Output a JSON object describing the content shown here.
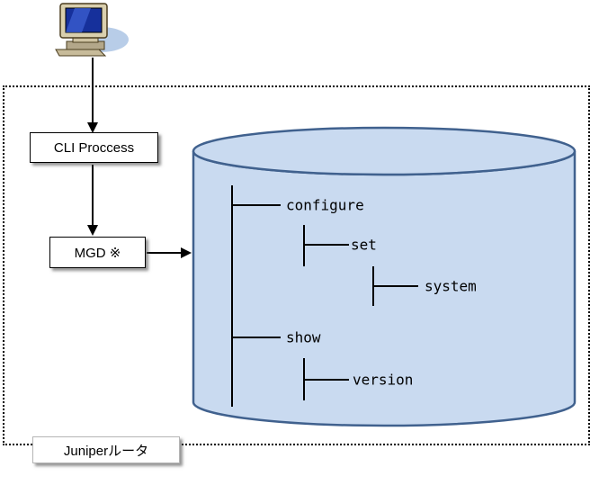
{
  "labels": {
    "cli_process": "CLI Proccess",
    "mgd": "MGD ※",
    "router": "Juniperルータ"
  },
  "tree": {
    "nodes": [
      {
        "label": "configure",
        "level": 1
      },
      {
        "label": "set",
        "level": 2
      },
      {
        "label": "system",
        "level": 3
      },
      {
        "label": "show",
        "level": 1
      },
      {
        "label": "version",
        "level": 2
      }
    ]
  },
  "icons": {
    "computer": "computer-icon"
  },
  "colors": {
    "cylinder_fill": "#c9daf0",
    "cylinder_stroke": "#40618e",
    "line": "#000000",
    "box_background": "#ffffff",
    "icon_shadow_blue": "#b8cde8"
  }
}
